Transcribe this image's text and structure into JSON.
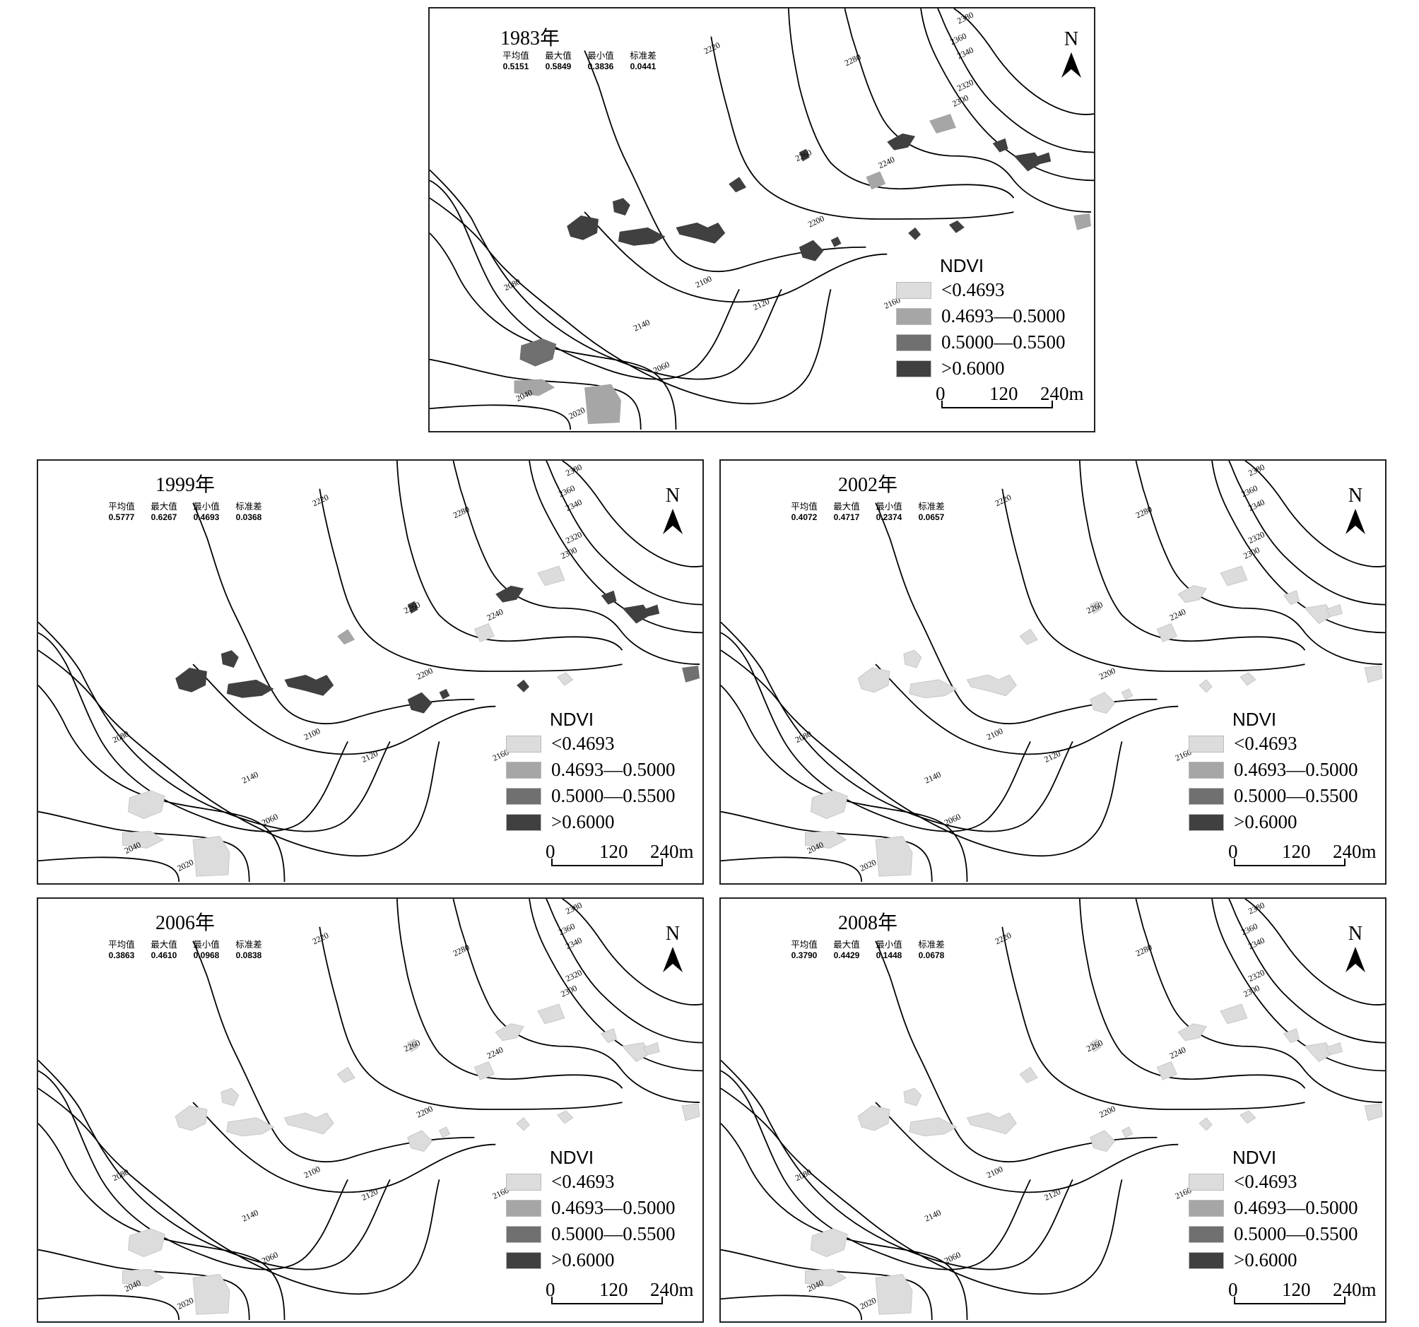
{
  "legend": {
    "title": "NDVI",
    "classes": [
      {
        "label": "<0.4693",
        "color": "#dcdcdc"
      },
      {
        "label": "0.4693—0.5000",
        "color": "#a6a6a6"
      },
      {
        "label": "0.5000—0.5500",
        "color": "#707070"
      },
      {
        "label": ">0.6000",
        "color": "#404040"
      }
    ]
  },
  "scale": {
    "t0": "0",
    "t1": "120",
    "t2": "240m"
  },
  "north_label": "N",
  "stat_headers": [
    "平均值",
    "最大值",
    "最小值",
    "标准差"
  ],
  "contour_labels": [
    "2380",
    "2360",
    "2340",
    "2320",
    "2300",
    "2280",
    "2260",
    "2240",
    "2220",
    "2200",
    "2160",
    "2140",
    "2120",
    "2100",
    "2080",
    "2060",
    "2040",
    "2020"
  ],
  "panels": [
    {
      "year": "1983年",
      "stats": [
        "0.5151",
        "0.5849",
        "0.3836",
        "0.0441"
      ],
      "patch_class": [
        3,
        3,
        3,
        3,
        3,
        3,
        3,
        3,
        3,
        3,
        3,
        3,
        1,
        1,
        2,
        1,
        1,
        3,
        1,
        1,
        3
      ]
    },
    {
      "year": "1999年",
      "stats": [
        "0.5777",
        "0.6267",
        "0.4693",
        "0.0368"
      ],
      "patch_class": [
        3,
        3,
        3,
        3,
        3,
        3,
        3,
        3,
        0,
        3,
        3,
        3,
        2,
        2,
        0,
        0,
        0,
        3,
        0,
        0,
        1
      ]
    },
    {
      "year": "2002年",
      "stats": [
        "0.4072",
        "0.4717",
        "0.2374",
        "0.0657"
      ],
      "patch_class": [
        0,
        0,
        0,
        0,
        0,
        0,
        0,
        0,
        0,
        0,
        0,
        0,
        0,
        0,
        0,
        0,
        0,
        0,
        0,
        0,
        0
      ]
    },
    {
      "year": "2006年",
      "stats": [
        "0.3863",
        "0.4610",
        "0.0968",
        "0.0838"
      ],
      "patch_class": [
        0,
        0,
        0,
        0,
        0,
        0,
        0,
        0,
        0,
        0,
        0,
        0,
        0,
        0,
        0,
        0,
        0,
        0,
        0,
        0,
        0
      ]
    },
    {
      "year": "2008年",
      "stats": [
        "0.3790",
        "0.4429",
        "0.1448",
        "0.0678"
      ],
      "patch_class": [
        0,
        0,
        0,
        0,
        0,
        0,
        0,
        0,
        0,
        0,
        0,
        0,
        0,
        0,
        0,
        0,
        0,
        0,
        0,
        0,
        0
      ]
    }
  ]
}
